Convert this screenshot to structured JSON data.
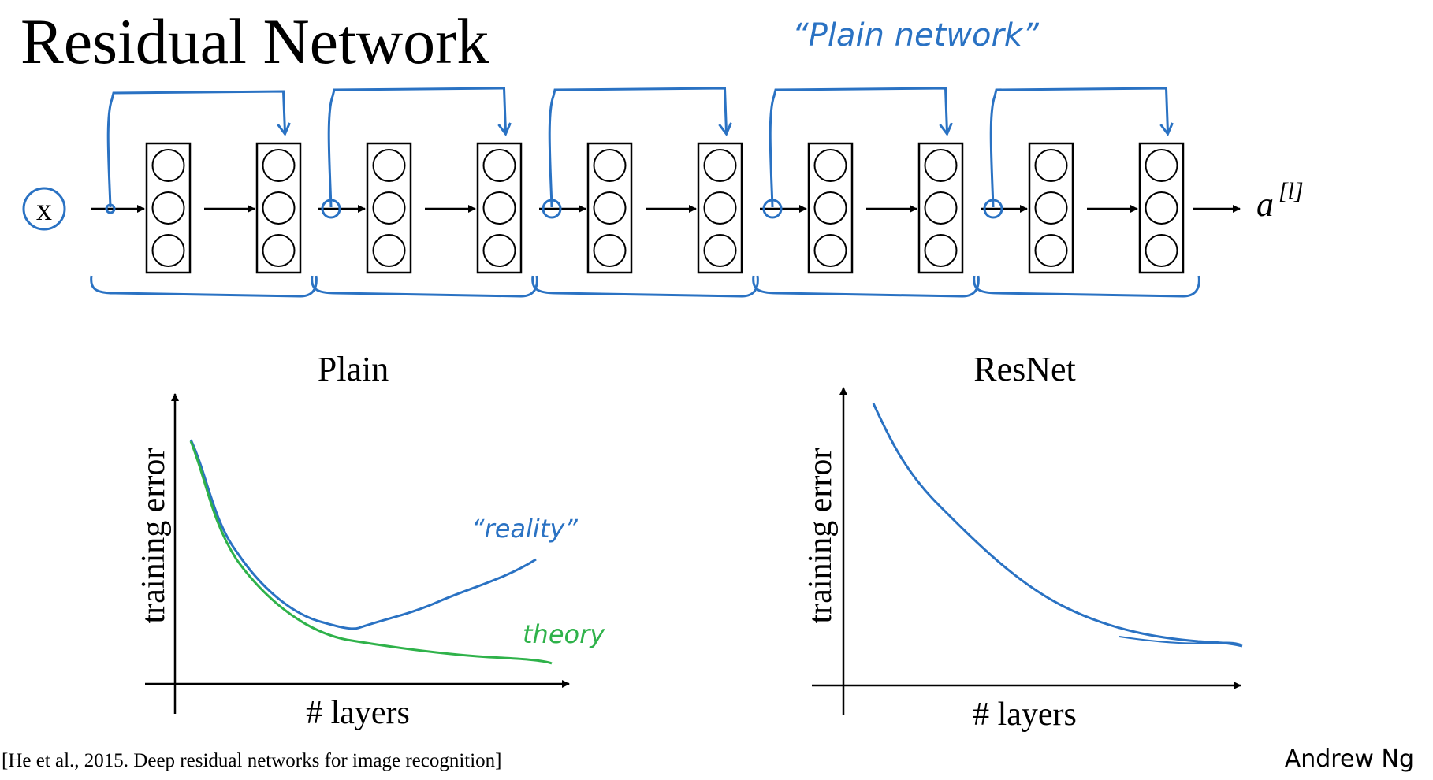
{
  "title": "Residual Network",
  "annotation_top": "“Plain network”",
  "input_label": "x",
  "output_label": "a",
  "output_superscript": "[l]",
  "residual_block_count": 5,
  "plots": [
    {
      "title": "Plain",
      "ylabel": "training error",
      "xlabel": "# layers",
      "annotations": [
        "“reality”",
        "theory"
      ]
    },
    {
      "title": "ResNet",
      "ylabel": "training error",
      "xlabel": "# layers",
      "annotations": []
    }
  ],
  "citation": "[He et al., 2015. Deep residual networks for image recognition]",
  "author": "Andrew Ng",
  "colors": {
    "ink": "#000000",
    "pen_blue": "#2a72c3",
    "pen_green": "#2fb24a"
  }
}
